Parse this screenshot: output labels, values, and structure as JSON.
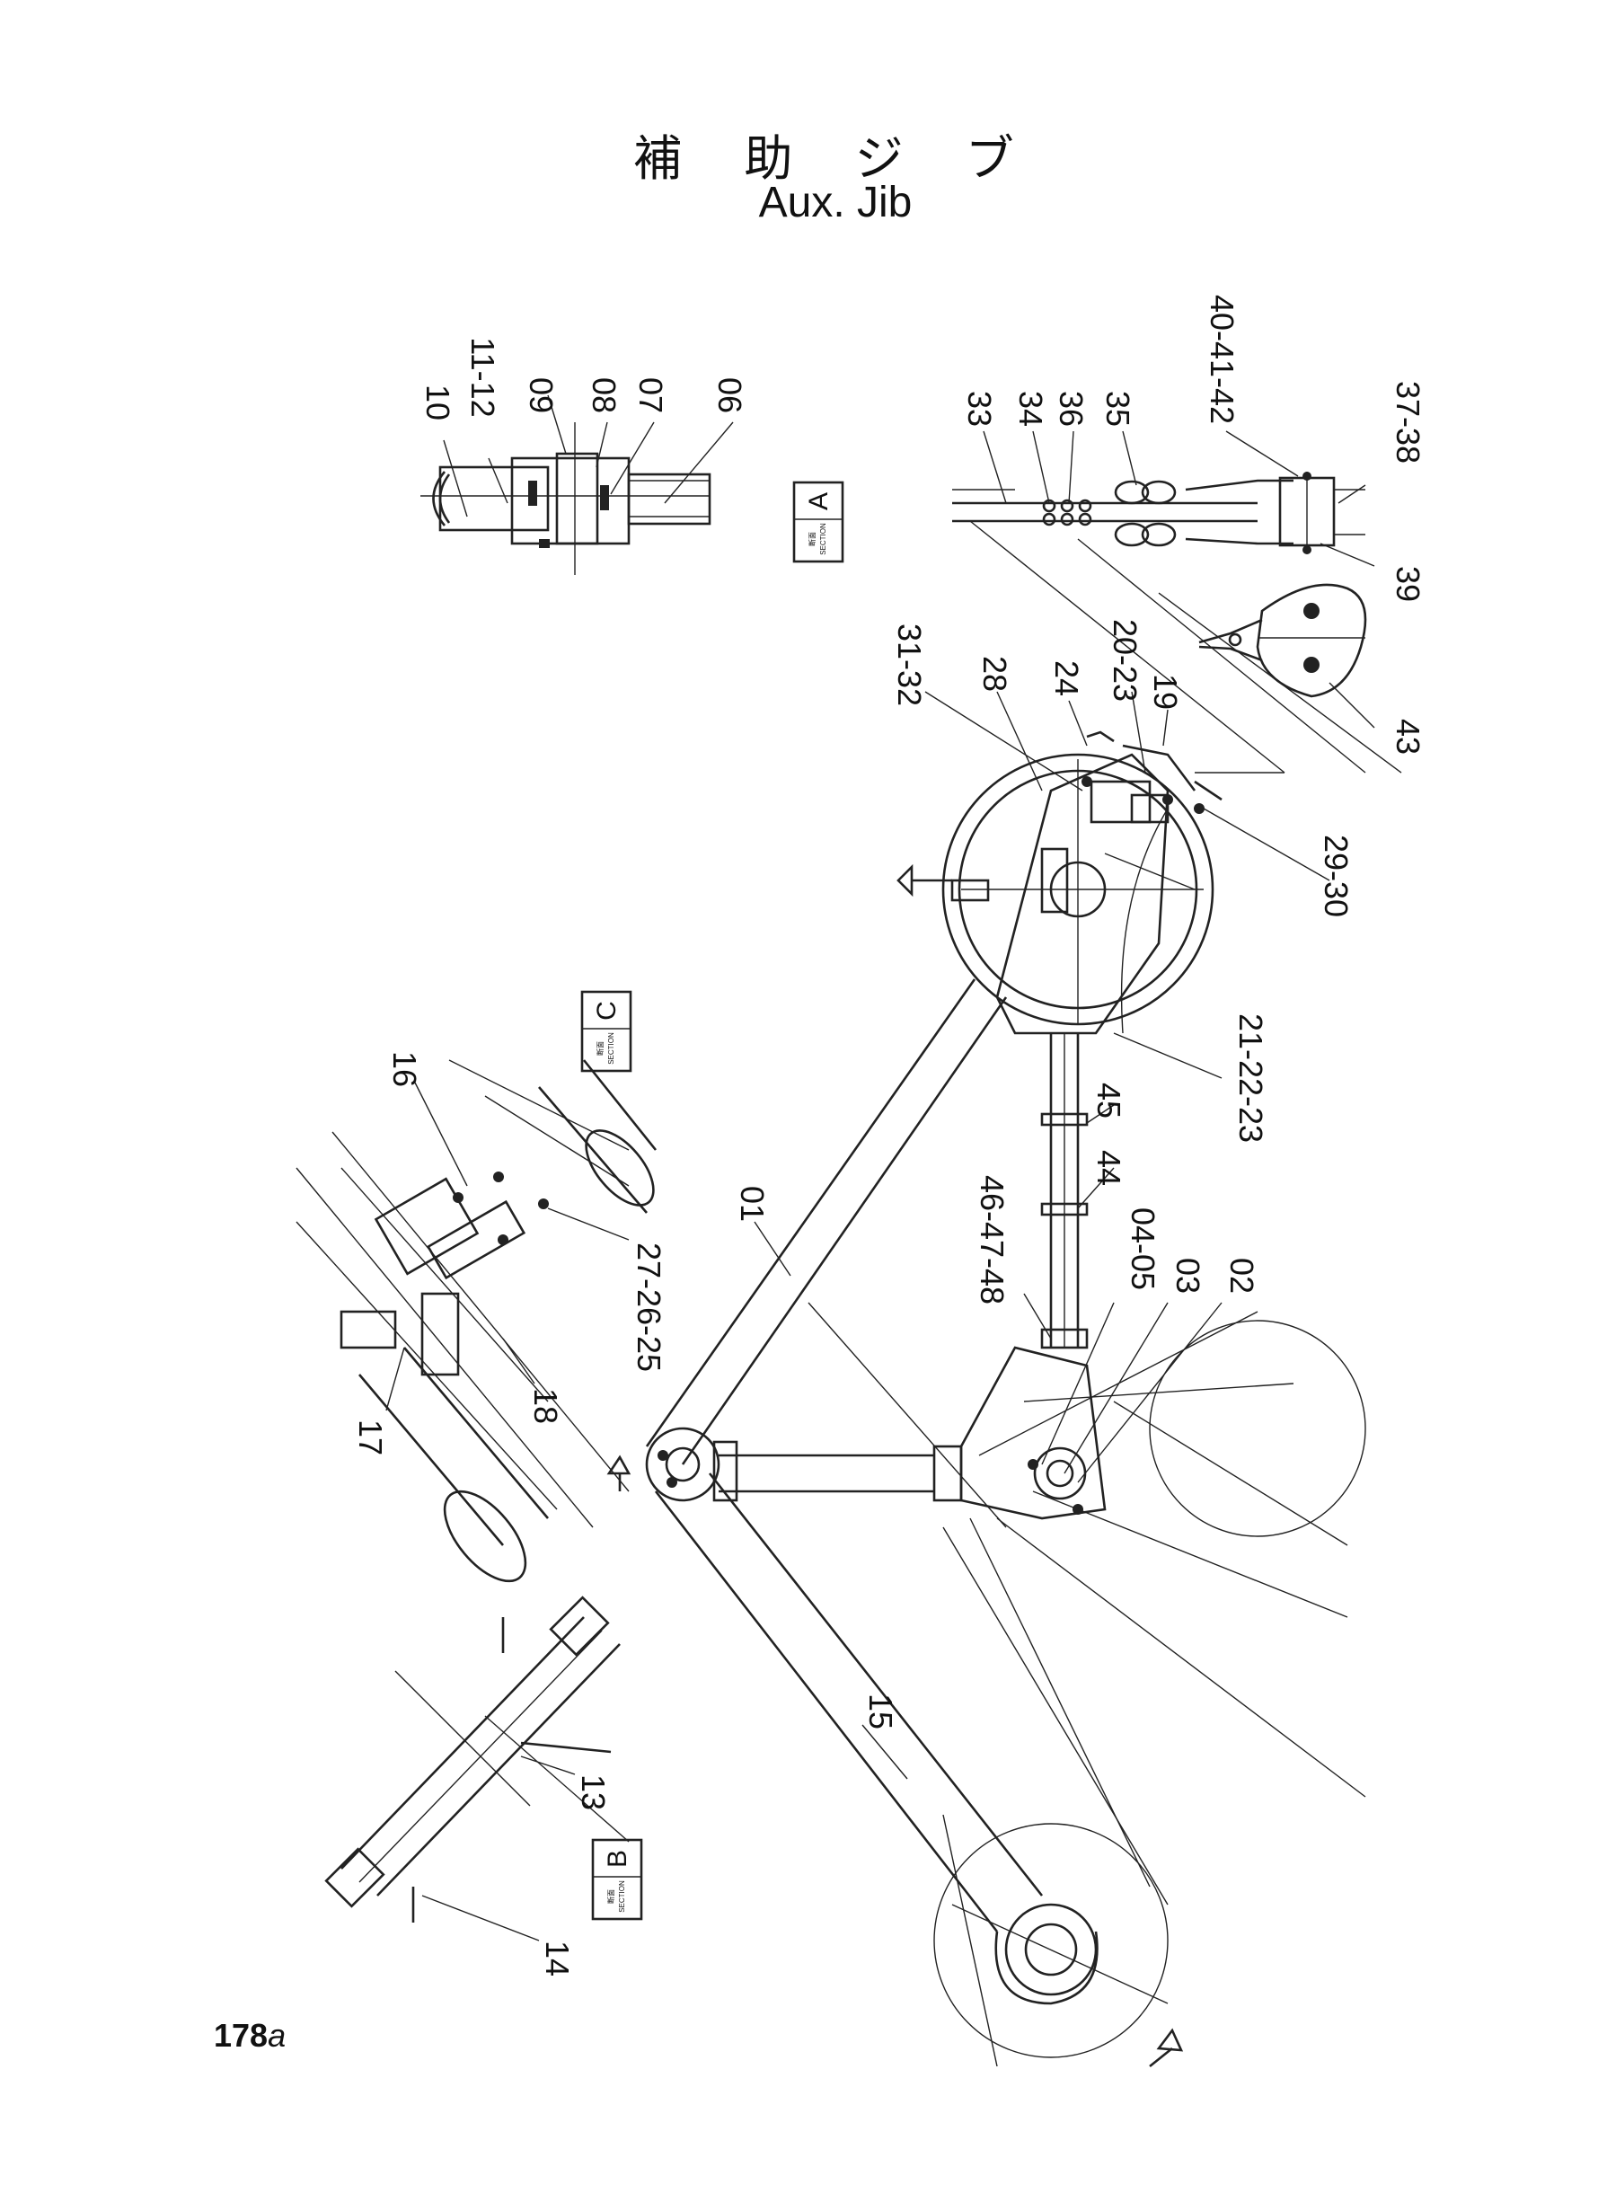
{
  "title": {
    "jp": "補 助 ジ ブ",
    "en": "Aux. Jib"
  },
  "page": {
    "number": "178",
    "suffix": "a"
  },
  "section_boxes": [
    {
      "id": "A",
      "jp": "断面",
      "en": "SECTION",
      "letter": "A"
    },
    {
      "id": "B",
      "jp": "断面",
      "en": "SECTION",
      "letter": "B"
    },
    {
      "id": "C",
      "jp": "断面",
      "en": "SECTION",
      "letter": "C"
    }
  ],
  "part_labels": [
    {
      "id": "l10",
      "text": "10"
    },
    {
      "id": "l11_12",
      "text": "11-12"
    },
    {
      "id": "l09",
      "text": "09"
    },
    {
      "id": "l08",
      "text": "08"
    },
    {
      "id": "l07",
      "text": "07"
    },
    {
      "id": "l06",
      "text": "06"
    },
    {
      "id": "l33",
      "text": "33"
    },
    {
      "id": "l34",
      "text": "34"
    },
    {
      "id": "l36",
      "text": "36"
    },
    {
      "id": "l35",
      "text": "35"
    },
    {
      "id": "l40_41_42",
      "text": "40-41-42"
    },
    {
      "id": "l37_38",
      "text": "37-38"
    },
    {
      "id": "l39",
      "text": "39"
    },
    {
      "id": "l43",
      "text": "43"
    },
    {
      "id": "l31_32",
      "text": "31-32"
    },
    {
      "id": "l28",
      "text": "28"
    },
    {
      "id": "l24",
      "text": "24"
    },
    {
      "id": "l20_23",
      "text": "20-23"
    },
    {
      "id": "l19",
      "text": "19"
    },
    {
      "id": "l29_30",
      "text": "29-30"
    },
    {
      "id": "l21_22_23",
      "text": "21-22-23"
    },
    {
      "id": "l45",
      "text": "45"
    },
    {
      "id": "l44",
      "text": "44"
    },
    {
      "id": "l46_47_48",
      "text": "46-47-48"
    },
    {
      "id": "l04_05",
      "text": "04-05"
    },
    {
      "id": "l03",
      "text": "03"
    },
    {
      "id": "l02",
      "text": "02"
    },
    {
      "id": "l01",
      "text": "01"
    },
    {
      "id": "l16",
      "text": "16"
    },
    {
      "id": "l27_26_25",
      "text": "27-26-25"
    },
    {
      "id": "l18",
      "text": "18"
    },
    {
      "id": "l17",
      "text": "17"
    },
    {
      "id": "l13",
      "text": "13"
    },
    {
      "id": "l14",
      "text": "14"
    },
    {
      "id": "l15",
      "text": "15"
    }
  ]
}
